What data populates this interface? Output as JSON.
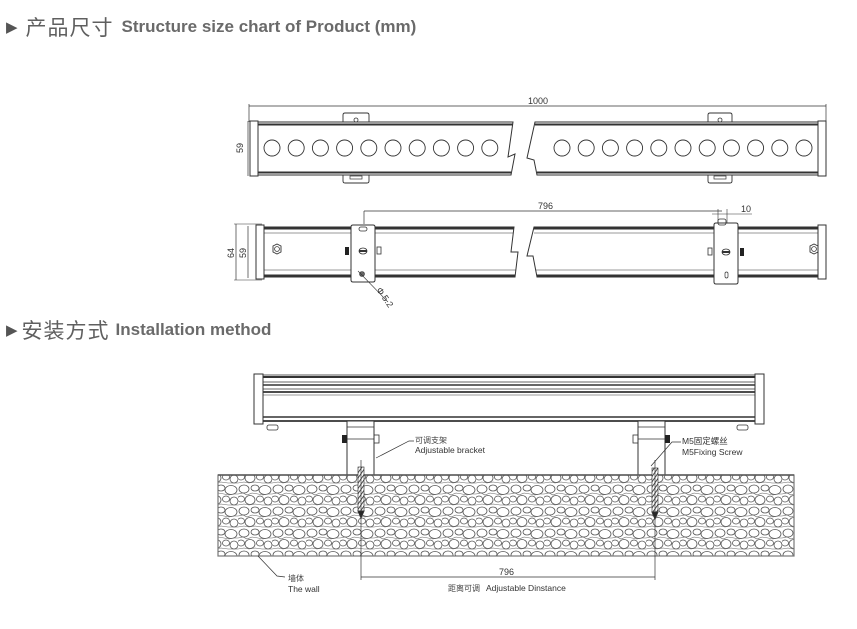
{
  "sections": {
    "structure": {
      "zh": "产品尺寸",
      "en": "Structure size chart of Product (mm)"
    },
    "installation": {
      "zh": "安装方式",
      "en": "Installation method"
    }
  },
  "front_view": {
    "length_dim": "1000",
    "height_dim": "59",
    "led_count_left": 10,
    "led_count_right": 11
  },
  "side_view": {
    "bracket_distance_dim": "796",
    "slot_width_dim": "10",
    "total_height_dim": "64",
    "body_height_dim": "59",
    "hole_diameter_dim": "Φ 5.2"
  },
  "install_view": {
    "bracket_label_zh": "可调支架",
    "bracket_label_en": "Adjustable bracket",
    "screw_label_zh": "M5固定螺丝",
    "screw_label_en": "M5Fixing Screw",
    "wall_label_zh": "墙体",
    "wall_label_en": "The wall",
    "distance_dim": "796",
    "distance_label_zh": "距离可调",
    "distance_label_en": "Adjustable Dinstance"
  },
  "colors": {
    "line": "#333333",
    "title": "#6a6a6a"
  }
}
